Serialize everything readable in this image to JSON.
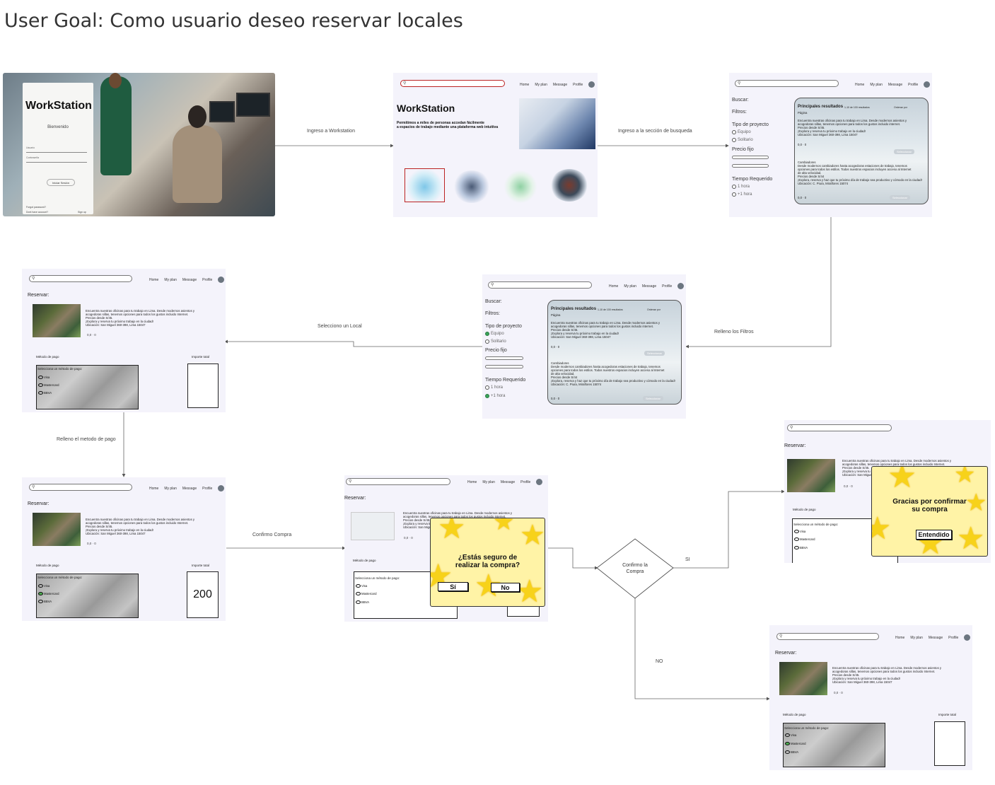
{
  "title": "User Goal: Como usuario deseo reservar locales",
  "edges": {
    "e1": "Ingreso a Workstation",
    "e2": "Ingreso a la sección de busqueda",
    "e3": "Relleno los Filtros",
    "e4": "Selecciono un Local",
    "e5": "Relleno el metodo de pago",
    "e6": "Confirmo Compra",
    "e7": "SI",
    "e8": "NO"
  },
  "decision": {
    "text_line1": "Confirmo la",
    "text_line2": "Compra"
  },
  "login": {
    "brand": "WorkStation",
    "welcome": "Bienvenido",
    "user_field": "Usuario",
    "password_field": "Contraseña",
    "button": "Iniciar Sesión",
    "forgot": "Forgot password?",
    "no_account": "Dont have account?",
    "signup": "Sign up"
  },
  "nav": {
    "home": "Home",
    "plan": "My plan",
    "message": "Message",
    "profile": "Profile"
  },
  "landing": {
    "brand": "WorkStation",
    "tagline_1": "Permitimos a miles de personas accedan fácilmente",
    "tagline_2": "a espacios de trabajo mediante una plataforma web intuitiva"
  },
  "search": {
    "buscar": "Buscar:",
    "filtros": "Filtros:",
    "tipo": "Tipo de proyecto",
    "equipo": "Equipo",
    "solitario": "Solitario",
    "precio": "Precio fijo",
    "tiempo": "Tiempo Requerido",
    "t1": "1 hora",
    "t2": "+1 hora",
    "results_title": "Principales resultados",
    "results_count": "1-10 de 100 resultados",
    "results_order": "Ordenar por",
    "pagina": "Página",
    "r1_l1": "Encuentra nuestras oficinas para tu trabajo en Lima. Desde modernos asientos y",
    "r1_l2": "acogedoras sillas, tenemos opciones para todos los gustos incluido internet.",
    "r1_l3": "Precios desde S/45.",
    "r1_l4": "¡Explora y reserva tu próximo trabajo en la ciudad!",
    "r1_l5": "Ubicación: San Miguel 360-398, Lima 15047",
    "rating": "0,0 · 0",
    "select": "Seleccionar",
    "r2_l0": "Cambiadores",
    "r2_l1": "Desde modernos cambiadores hasta acogedoras estaciones de trabajo, tenemos",
    "r2_l2": "opciones para todos los estilos. Todos nuestros espacios incluyen acceso al Internet",
    "r2_l3": "de alta velocidad.",
    "r2_l4": "Precios desde S/44",
    "r2_l5": "¡Explora, reserva y haz que tu próximo día de trabajo sea productivo y cómodo en la ciudad!",
    "r2_l6": "Ubicación: C. Piura, Miraflores 15074"
  },
  "reserve": {
    "header": "Reservar:",
    "desc_l1": "Encuentra nuestras oficinas para tu trabajo en Lima. Desde modernos asientos y",
    "desc_l2": "acogedoras sillas, tenemos opciones para todos los gustos incluido Internet.",
    "desc_l3": "Precios desde S/45.",
    "desc_l4": "¡Explora y reserva tu próximo trabajo en la ciudad!",
    "desc_l5": "Ubicación: San Miguel 360-398, Lima 15047",
    "rating": "0,0 · 0",
    "metodo": "Método de pago",
    "importe": "Importe total",
    "select_method": "Selecciona un método de pago:",
    "visa": "Visa",
    "mastercard": "Mastercard",
    "bbva": "BBVA",
    "total_value": "200"
  },
  "confirm_modal": {
    "text_1": "¿Estás seguro de",
    "text_2": "realizar la compra?",
    "yes": "Sí",
    "no": "No"
  },
  "thanks_modal": {
    "text_1": "Gracias por confirmar",
    "text_2": "su compra",
    "ok": "Entendido"
  },
  "colors": {
    "frame_bg": "#f4f3fb",
    "star": "#f7d21a",
    "modal_bg": "#fff3a6",
    "selected_radio": "#4caf50"
  }
}
